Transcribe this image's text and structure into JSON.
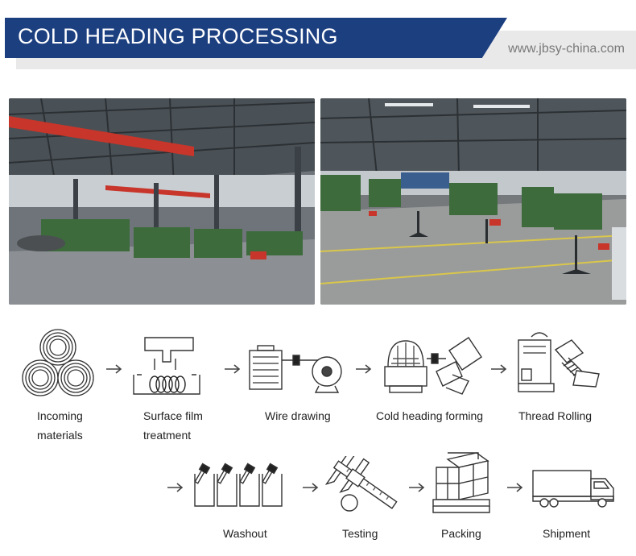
{
  "header": {
    "title": "COLD HEADING PROCESSING",
    "website": "www.jbsy-china.com"
  },
  "process": {
    "row1": [
      {
        "label_line1": "Incoming",
        "label_line2": "materials",
        "icon": "wire-coils-icon"
      },
      {
        "label_line1": "Surface film",
        "label_line2": "treatment",
        "icon": "surface-treatment-icon"
      },
      {
        "label_line1": "Wire drawing",
        "label_line2": "",
        "icon": "wire-drawing-icon"
      },
      {
        "label_line1": "Cold heading forming",
        "label_line2": "",
        "icon": "cold-heading-icon"
      },
      {
        "label_line1": "Thread Rolling",
        "label_line2": "",
        "icon": "thread-rolling-icon"
      }
    ],
    "row2": [
      {
        "label_line1": "Washout",
        "icon": "washout-icon"
      },
      {
        "label_line1": "Testing",
        "icon": "caliper-icon"
      },
      {
        "label_line1": "Packing",
        "icon": "box-pallet-icon"
      },
      {
        "label_line1": "Shipment",
        "icon": "truck-icon"
      }
    ]
  },
  "colors": {
    "banner_blue": "#1c3f80",
    "banner_gray": "#e9e9e9",
    "machine_green": "#3d6b3c",
    "crane_red": "#c8352a"
  }
}
